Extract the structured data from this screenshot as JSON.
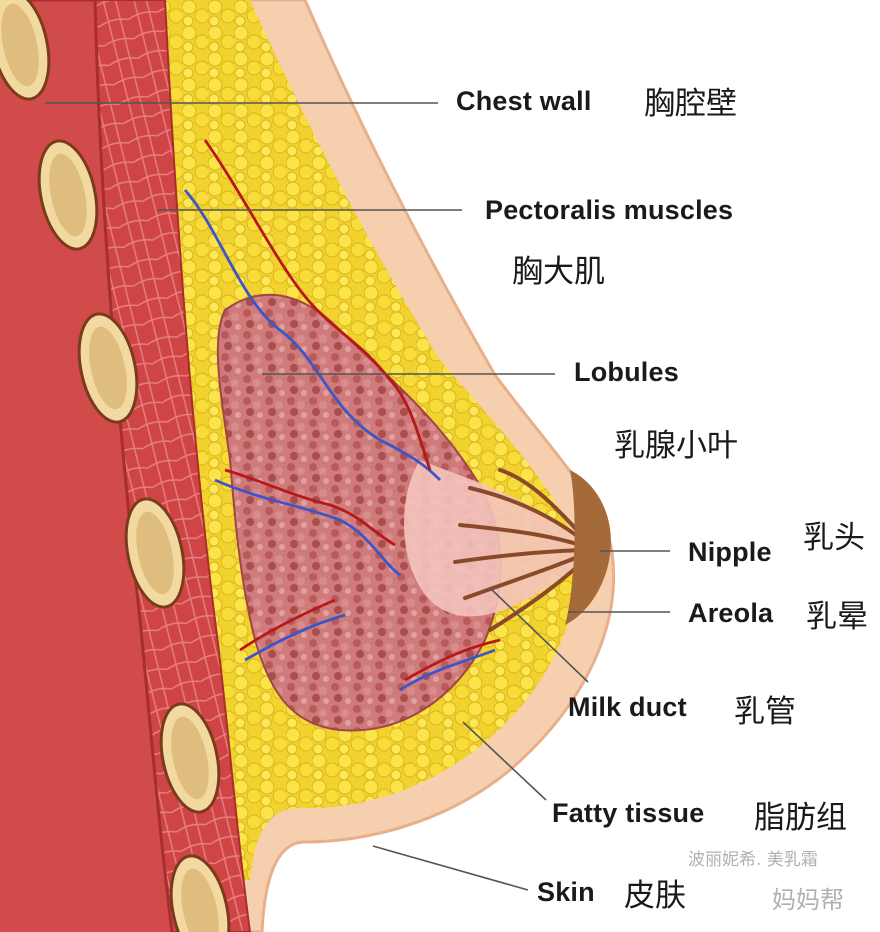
{
  "labels": [
    {
      "key": "chest-wall",
      "en": "Chest wall",
      "zh": "胸腔壁"
    },
    {
      "key": "pectoralis",
      "en": "Pectoralis muscles",
      "zh": "胸大肌"
    },
    {
      "key": "lobules",
      "en": "Lobules",
      "zh": "乳腺小叶"
    },
    {
      "key": "nipple",
      "en": "Nipple",
      "zh": "乳头"
    },
    {
      "key": "areola",
      "en": "Areola",
      "zh": "乳晕"
    },
    {
      "key": "milk-duct",
      "en": "Milk duct",
      "zh": "乳管"
    },
    {
      "key": "fatty-tissue",
      "en": "Fatty tissue",
      "zh": "脂肪组"
    },
    {
      "key": "skin",
      "en": "Skin",
      "zh": "皮肤"
    }
  ],
  "watermark": {
    "line1": "波丽妮希. 美乳霜",
    "line2": "妈妈帮"
  },
  "colors": {
    "muscle": "#c93a3a",
    "fat": "#f2d22e",
    "skin": "#f6cfae",
    "lobule": "#c46a6a",
    "vein": "#3c55c8",
    "artery": "#b81818"
  }
}
